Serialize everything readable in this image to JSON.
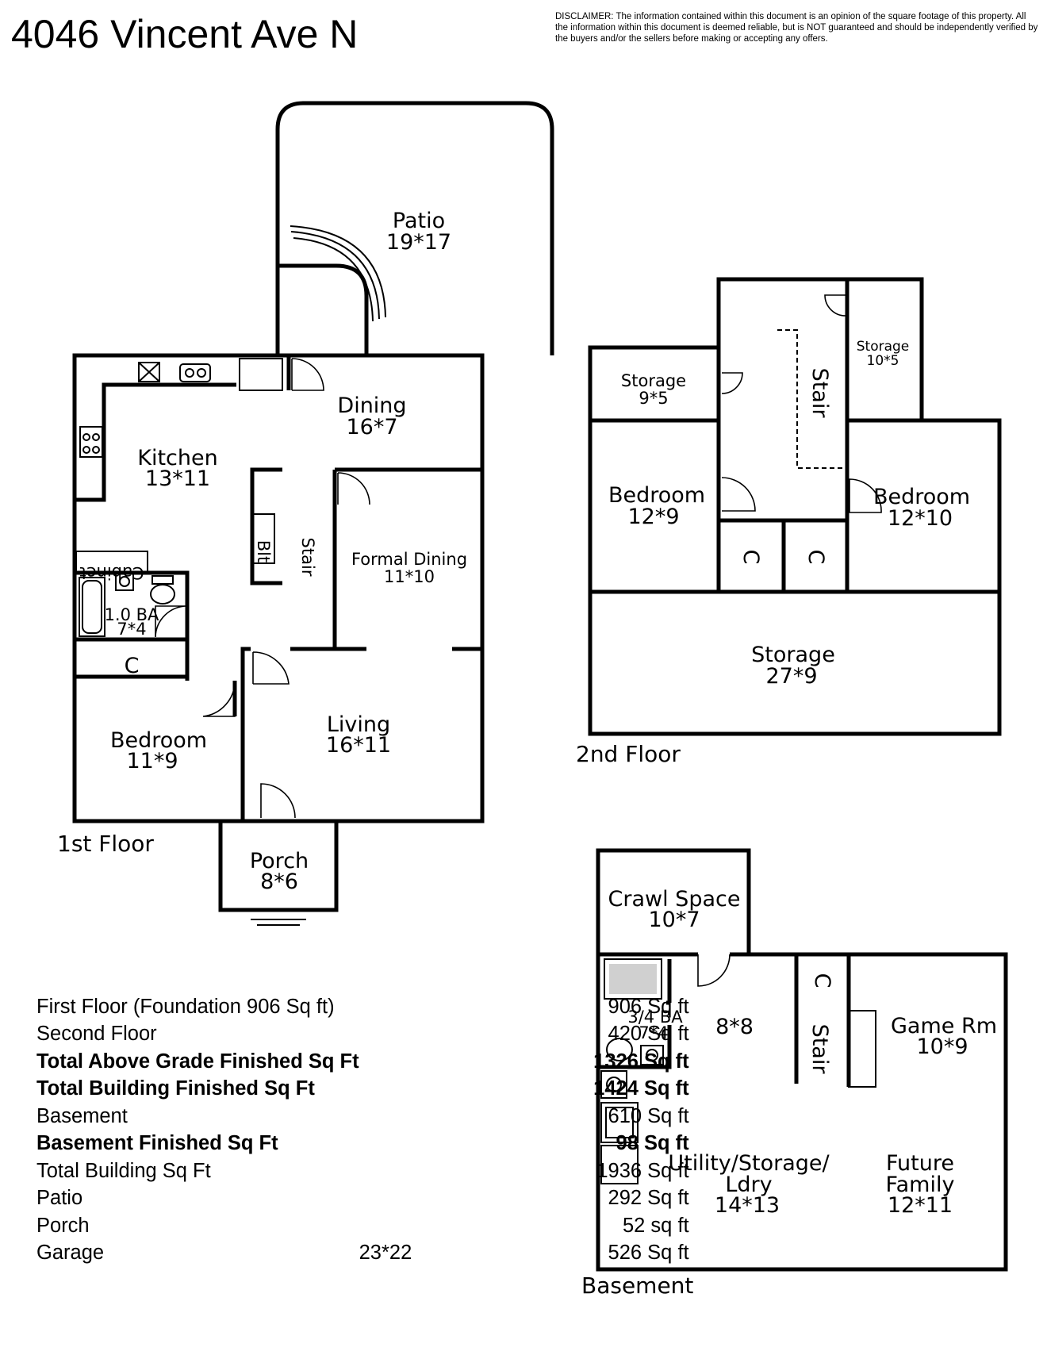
{
  "header": {
    "title": "4046 Vincent Ave N",
    "disclaimer": "DISCLAIMER: The information contained within this document is an opinion of the square footage of this property. All the information within this document is deemed reliable, but is NOT guaranteed and should be independently verified by the buyers and/or the sellers before making or accepting any offers."
  },
  "floors": {
    "first": {
      "label": "1st Floor",
      "patio": {
        "name": "Patio",
        "dims": "19*17"
      },
      "dining": {
        "name": "Dining",
        "dims": "16*7"
      },
      "kitchen": {
        "name": "Kitchen",
        "dims": "13*11"
      },
      "cabinet": "Cabinet",
      "blt": "Blt",
      "stair": "Stair",
      "formal_dining": {
        "name": "Formal Dining",
        "dims": "11*10"
      },
      "bath": {
        "name": "1.0 BA",
        "dims": "7*4"
      },
      "closet": "C",
      "bedroom": {
        "name": "Bedroom",
        "dims": "11*9"
      },
      "living": {
        "name": "Living",
        "dims": "16*11"
      },
      "porch": {
        "name": "Porch",
        "dims": "8*6"
      }
    },
    "second": {
      "label": "2nd Floor",
      "storage_left": {
        "name": "Storage",
        "dims": "9*5"
      },
      "storage_right": {
        "name": "Storage",
        "dims": "10*5"
      },
      "stair": "Stair",
      "bedroom_left": {
        "name": "Bedroom",
        "dims": "12*9"
      },
      "bedroom_right": {
        "name": "Bedroom",
        "dims": "12*10"
      },
      "closet": "C",
      "storage_bottom": {
        "name": "Storage",
        "dims": "27*9"
      }
    },
    "basement": {
      "label": "Basement",
      "crawl": {
        "name": "Crawl Space",
        "dims": "10*7"
      },
      "bath": {
        "name": "3/4 BA",
        "dims": "7*4"
      },
      "hall": {
        "dims": "8*8"
      },
      "closet": "C",
      "stair": "Stair",
      "game": {
        "name": "Game Rm",
        "dims": "10*9"
      },
      "utility": {
        "name": "Utility/Storage/",
        "name2": "Ldry",
        "dims": "14*13"
      },
      "future": {
        "name": "Future",
        "name2": "Family",
        "dims": "12*11"
      }
    }
  },
  "square_footage": [
    {
      "label": "First Floor (Foundation 906 Sq ft)",
      "dims": "",
      "value": "906 Sq ft",
      "bold": false
    },
    {
      "label": "Second Floor",
      "dims": "",
      "value": "420 Sq ft",
      "bold": false
    },
    {
      "label": "Total Above Grade Finished Sq Ft",
      "dims": "",
      "value": "1326 Sq ft",
      "bold": true
    },
    {
      "label": "Total Building Finished Sq Ft",
      "dims": "",
      "value": "1424 Sq ft",
      "bold": true
    },
    {
      "label": "Basement",
      "dims": "",
      "value": "610 Sq ft",
      "bold": false
    },
    {
      "label": "Basement Finished Sq Ft",
      "dims": "",
      "value": "98 Sq ft",
      "bold": true
    },
    {
      "label": "Total Building Sq Ft",
      "dims": "",
      "value": "1936 Sq ft",
      "bold": false
    },
    {
      "label": "Patio",
      "dims": "",
      "value": "292 Sq ft",
      "bold": false
    },
    {
      "label": "Porch",
      "dims": "",
      "value": "52 sq ft",
      "bold": false
    },
    {
      "label": "Garage",
      "dims": "23*22",
      "value": "526 Sq ft",
      "bold": false
    }
  ]
}
